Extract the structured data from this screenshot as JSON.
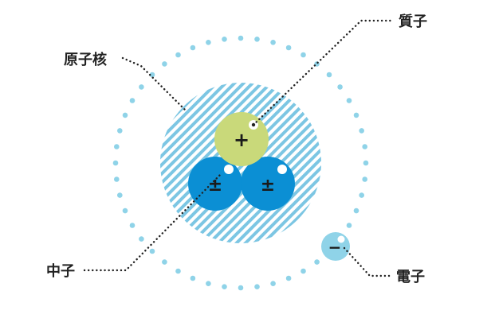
{
  "labels": {
    "nucleus": "原子核",
    "proton": "質子",
    "neutron": "中子",
    "electron": "電子"
  },
  "signs": {
    "proton": "+",
    "neutron": "±",
    "electron": "−"
  },
  "colors": {
    "orbit_dots": "#8fd3e8",
    "nucleus_stripes": "#7cc6e3",
    "proton": "#c9d97a",
    "neutron": "#0b8fd4",
    "electron": "#8fd3e8",
    "text": "#222222"
  }
}
